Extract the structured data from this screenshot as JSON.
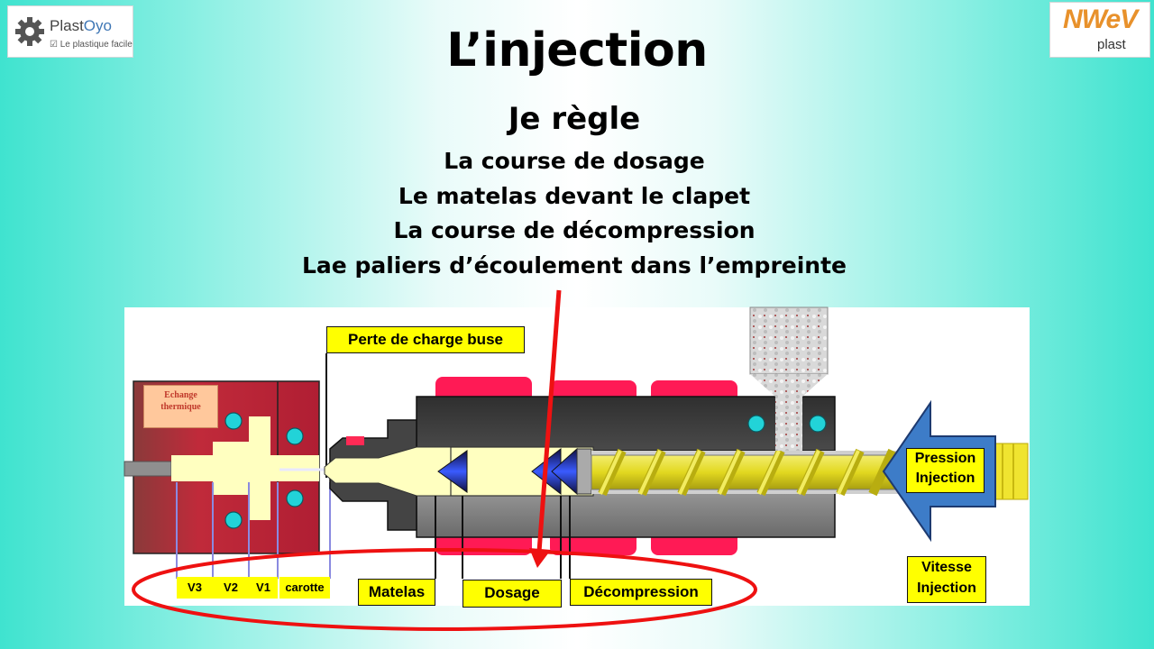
{
  "header": {
    "logo_left": {
      "brand_main": "Plast",
      "brand_accent": "Oyo",
      "tagline": "Le plastique facile",
      "icon": "gear-icon"
    },
    "logo_right": {
      "word": "NWeV",
      "sub": "plast"
    }
  },
  "slide": {
    "title": "L’injection",
    "subtitle": "Je règle",
    "lines": [
      "La course de dosage",
      "Le matelas devant le clapet",
      "La course de décompression",
      "Lae paliers d’écoulement dans l’empreinte"
    ]
  },
  "diagram": {
    "labels": {
      "perte_charge": "Perte de charge buse",
      "echange_line1": "Echange",
      "echange_line2": "thermique",
      "pression_line1": "Pression",
      "pression_line2": "Injection",
      "vitesse_line1": "Vitesse",
      "vitesse_line2": "Injection",
      "v3": "V3",
      "v2": "V2",
      "v1": "V1",
      "carotte": "carotte",
      "matelas": "Matelas",
      "dosage": "Dosage",
      "decompression": "Décompression"
    },
    "colors": {
      "mold": "#c02a3a",
      "cavity": "#ffffc0",
      "barrel": "#3c3c3c",
      "heater": "#ff1a55",
      "screw": "#e6e030",
      "label_bg": "#ffff00",
      "arrow": "#3d7cc8",
      "annotation": "#ee1111"
    }
  }
}
